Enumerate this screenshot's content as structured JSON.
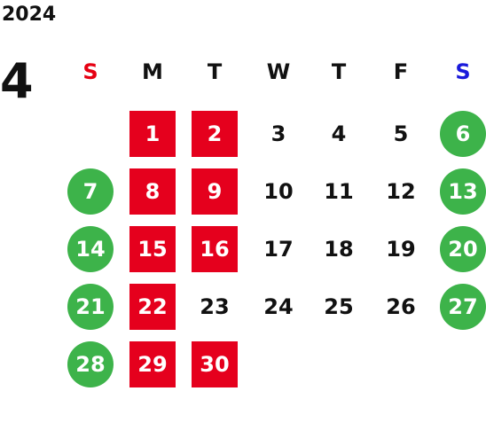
{
  "year": "2024",
  "month": "4",
  "colors": {
    "holiday": "#e5001d",
    "weekend": "#3db34a",
    "sunday_header": "#e60012",
    "saturday_header": "#1a1adb"
  },
  "weekdays": [
    "S",
    "M",
    "T",
    "W",
    "T",
    "F",
    "S"
  ],
  "weeks": [
    [
      {
        "day": ""
      },
      {
        "day": "1",
        "style": "holiday"
      },
      {
        "day": "2",
        "style": "holiday"
      },
      {
        "day": "3"
      },
      {
        "day": "4"
      },
      {
        "day": "5"
      },
      {
        "day": "6",
        "style": "weekend"
      }
    ],
    [
      {
        "day": "7",
        "style": "weekend"
      },
      {
        "day": "8",
        "style": "holiday"
      },
      {
        "day": "9",
        "style": "holiday"
      },
      {
        "day": "10"
      },
      {
        "day": "11"
      },
      {
        "day": "12"
      },
      {
        "day": "13",
        "style": "weekend"
      }
    ],
    [
      {
        "day": "14",
        "style": "weekend"
      },
      {
        "day": "15",
        "style": "holiday"
      },
      {
        "day": "16",
        "style": "holiday"
      },
      {
        "day": "17"
      },
      {
        "day": "18"
      },
      {
        "day": "19"
      },
      {
        "day": "20",
        "style": "weekend"
      }
    ],
    [
      {
        "day": "21",
        "style": "weekend"
      },
      {
        "day": "22",
        "style": "holiday"
      },
      {
        "day": "23"
      },
      {
        "day": "24"
      },
      {
        "day": "25"
      },
      {
        "day": "26"
      },
      {
        "day": "27",
        "style": "weekend"
      }
    ],
    [
      {
        "day": "28",
        "style": "weekend"
      },
      {
        "day": "29",
        "style": "holiday"
      },
      {
        "day": "30",
        "style": "holiday"
      },
      {
        "day": ""
      },
      {
        "day": ""
      },
      {
        "day": ""
      },
      {
        "day": ""
      }
    ]
  ]
}
